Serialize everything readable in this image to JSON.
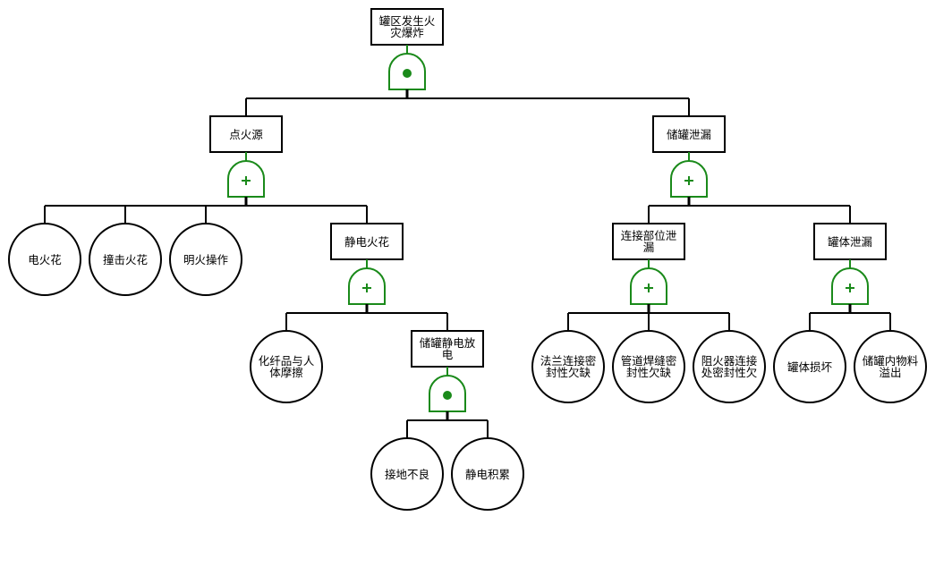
{
  "diagram": {
    "type": "fault-tree",
    "colors": {
      "line": "#000000",
      "gate": "#1a8a1a",
      "fill": "#ffffff"
    },
    "nodes": [
      {
        "id": "top",
        "kind": "event",
        "label": "罐区发生火灾爆炸",
        "gate": "and",
        "children": [
          "ign",
          "leak"
        ]
      },
      {
        "id": "ign",
        "kind": "event",
        "label": "点火源",
        "gate": "or",
        "children": [
          "b1",
          "b2",
          "b3",
          "static"
        ]
      },
      {
        "id": "leak",
        "kind": "event",
        "label": "储罐泄漏",
        "gate": "or",
        "children": [
          "conn",
          "body"
        ]
      },
      {
        "id": "b1",
        "kind": "basic",
        "label": "电火花"
      },
      {
        "id": "b2",
        "kind": "basic",
        "label": "撞击火花"
      },
      {
        "id": "b3",
        "kind": "basic",
        "label": "明火操作"
      },
      {
        "id": "static",
        "kind": "event",
        "label": "静电火花",
        "gate": "or",
        "children": [
          "b4",
          "tankstatic"
        ]
      },
      {
        "id": "b4",
        "kind": "basic",
        "label": "化纤品与人体摩擦"
      },
      {
        "id": "tankstatic",
        "kind": "event",
        "label": "储罐静电放电",
        "gate": "and",
        "children": [
          "b5",
          "b6"
        ]
      },
      {
        "id": "b5",
        "kind": "basic",
        "label": "接地不良"
      },
      {
        "id": "b6",
        "kind": "basic",
        "label": "静电积累"
      },
      {
        "id": "conn",
        "kind": "event",
        "label": "连接部位泄漏",
        "gate": "or",
        "children": [
          "b7",
          "b8",
          "b9"
        ]
      },
      {
        "id": "b7",
        "kind": "basic",
        "label": "法兰连接密封性欠缺"
      },
      {
        "id": "b8",
        "kind": "basic",
        "label": "管道焊缝密封性欠缺"
      },
      {
        "id": "b9",
        "kind": "basic",
        "label": "阻火器连接处密封性欠"
      },
      {
        "id": "body",
        "kind": "event",
        "label": "罐体泄漏",
        "gate": "or",
        "children": [
          "b10",
          "b11"
        ]
      },
      {
        "id": "b10",
        "kind": "basic",
        "label": "罐体损坏"
      },
      {
        "id": "b11",
        "kind": "basic",
        "label": "储罐内物料溢出"
      }
    ]
  }
}
